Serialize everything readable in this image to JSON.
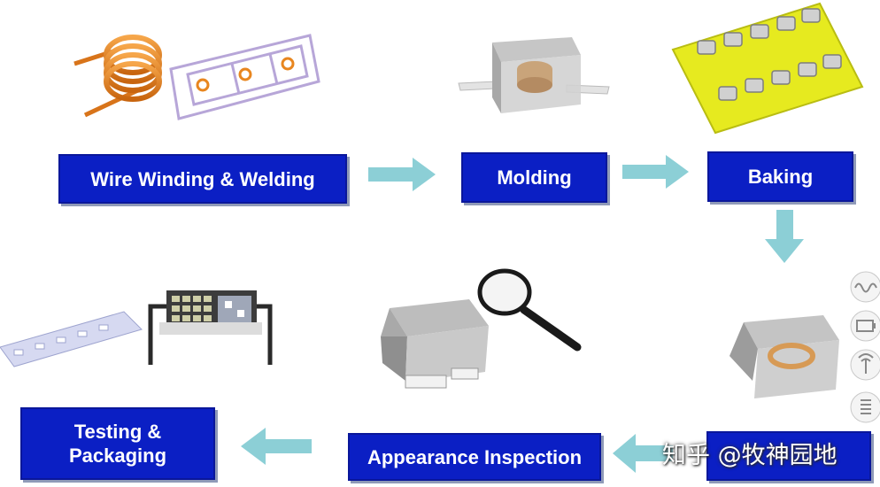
{
  "steps": {
    "wire_winding": "Wire Winding & Welding",
    "molding": "Molding",
    "baking": "Baking",
    "hidden_step": "",
    "appearance": "Appearance Inspection",
    "testing": "Testing &\nPackaging"
  },
  "watermark": "知乎 @牧神园地",
  "colors": {
    "step_fill": "#0b1fc4",
    "arrow": "#8ccfd6",
    "coil": "#e8861f",
    "tray": "#e6ea1f"
  },
  "icons": [
    "coil-icon",
    "leadframe-icon",
    "molded-part-icon",
    "baking-tray-icon",
    "trimmed-part-icon",
    "inductor-icon",
    "magnifier-icon",
    "tester-icon",
    "tape-reel-icon"
  ]
}
